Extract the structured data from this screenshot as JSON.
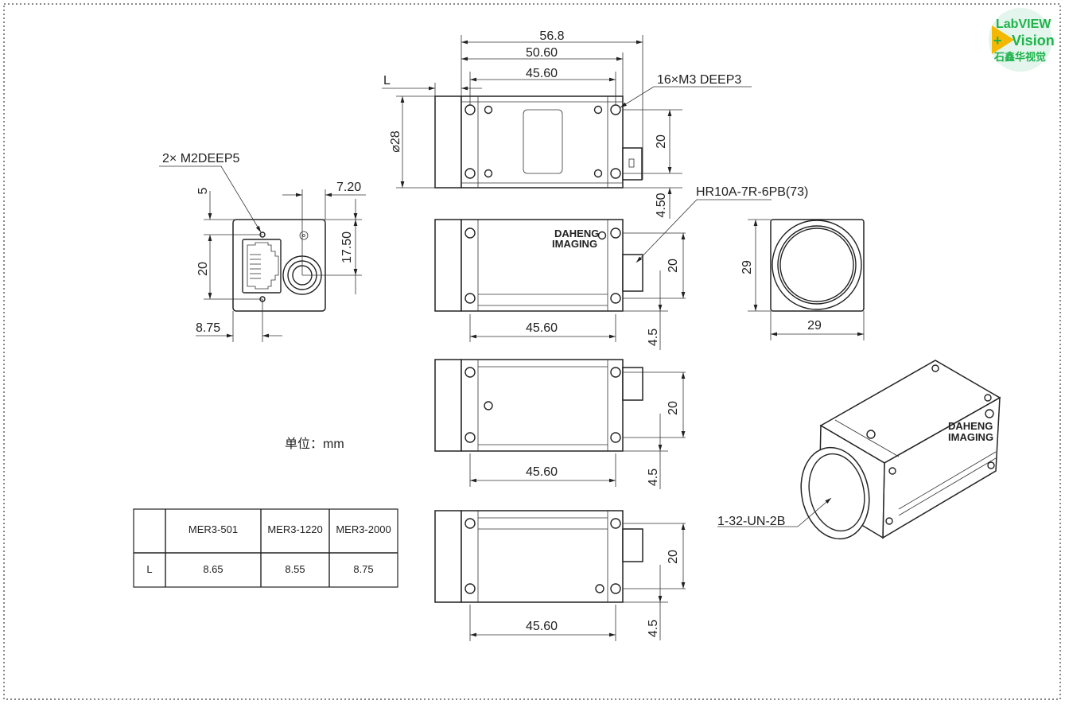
{
  "logo": {
    "line1": "LabVIEW",
    "line2": "Vision",
    "line3": "石鑫华视觉",
    "accent": "#1db34a",
    "play_color": "#f5b800"
  },
  "unit_label": "单位：mm",
  "top_view": {
    "dim_total": "56.8",
    "dim_body": "50.60",
    "dim_holes": "45.60",
    "dim_L": "L",
    "dim_lens_dia": "⌀28",
    "dim_hole_spacing": "20",
    "dim_offset": "4.50",
    "callout_holes": "16×M3 DEEP3"
  },
  "back_view": {
    "callout": "2× M2DEEP5",
    "dim_top": "5",
    "dim_holes": "20",
    "dim_right": "7.20",
    "dim_connector_h": "17.50",
    "dim_left": "8.75"
  },
  "side_view_1": {
    "callout_connector": "HR10A-7R-6PB(73)",
    "dim_holes": "45.60",
    "dim_hole_spacing": "20",
    "dim_offset": "4.5",
    "logo_line1": "DAHENG",
    "logo_line2": "IMAGING"
  },
  "front_view": {
    "dim_h": "29",
    "dim_w": "29"
  },
  "side_view_2": {
    "dim_holes": "45.60",
    "dim_hole_spacing": "20",
    "dim_offset": "4.5"
  },
  "side_view_3": {
    "dim_holes": "45.60",
    "dim_hole_spacing": "20",
    "dim_offset": "4.5"
  },
  "iso_view": {
    "callout_mount": "1-32-UN-2B",
    "logo_line1": "DAHENG",
    "logo_line2": "IMAGING"
  },
  "table": {
    "headers": [
      "",
      "MER3-501",
      "MER3-1220",
      "MER3-2000"
    ],
    "rows": [
      [
        "L",
        "8.65",
        "8.55",
        "8.75"
      ]
    ]
  }
}
